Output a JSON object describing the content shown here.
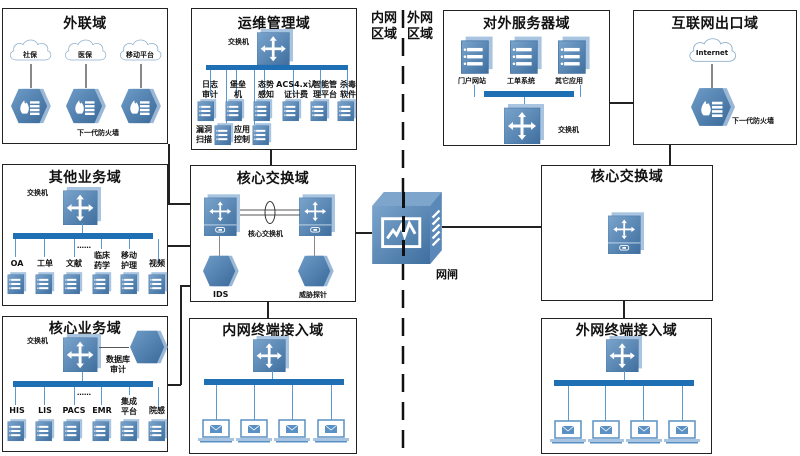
{
  "regions": {
    "inner": [
      "内网",
      "区域"
    ],
    "outer": [
      "外网",
      "区域"
    ]
  },
  "domains": {
    "external_link": {
      "title": "外联域",
      "clouds": [
        "社保",
        "医保",
        "移动平台"
      ],
      "firewall_label": "下一代防火墙"
    },
    "ops": {
      "title": "运维管理域",
      "switch_label": "交换机",
      "servers": [
        "日志\n审计",
        "堡垒\n机",
        "态势\n感知",
        "ACS4.x认\n证计费",
        "智能管\n理平台",
        "杀毒\n软件"
      ],
      "servers_row2": [
        "漏洞\n扫描",
        "应用\n控制"
      ]
    },
    "other_business": {
      "title": "其他业务域",
      "switch_label": "交换机",
      "ellipsis": "……",
      "servers": [
        "OA",
        "工单",
        "文献",
        "临床\n药学",
        "移动\n护理",
        "视频"
      ]
    },
    "core_switch_left": {
      "title": "核心交换域",
      "core_label": "核心交换机",
      "ids_label": "IDS",
      "probe_label": "威胁探针"
    },
    "core_business": {
      "title": "核心业务域",
      "switch_label": "交换机",
      "db_audit_label": "数据库\n审计",
      "ellipsis": "……",
      "servers": [
        "HIS",
        "LIS",
        "PACS",
        "EMR",
        "集成\n平台",
        "院感"
      ]
    },
    "inner_terminal": {
      "title": "内网终端接入域"
    },
    "external_service": {
      "title": "对外服务器域",
      "servers": [
        "门户网站",
        "工单系统",
        "其它应用"
      ],
      "switch_label": "交换机"
    },
    "internet_exit": {
      "title": "互联网出口域",
      "cloud": "Internet",
      "firewall_label": "下一代防火墙"
    },
    "core_switch_right": {
      "title": "核心交换域"
    },
    "outer_terminal": {
      "title": "外网终端接入域"
    }
  },
  "gateway": {
    "label": "网闸"
  },
  "colors": {
    "device_blue": "#4f7fae",
    "bus_blue": "#1f6fb5",
    "border": "#222222"
  }
}
